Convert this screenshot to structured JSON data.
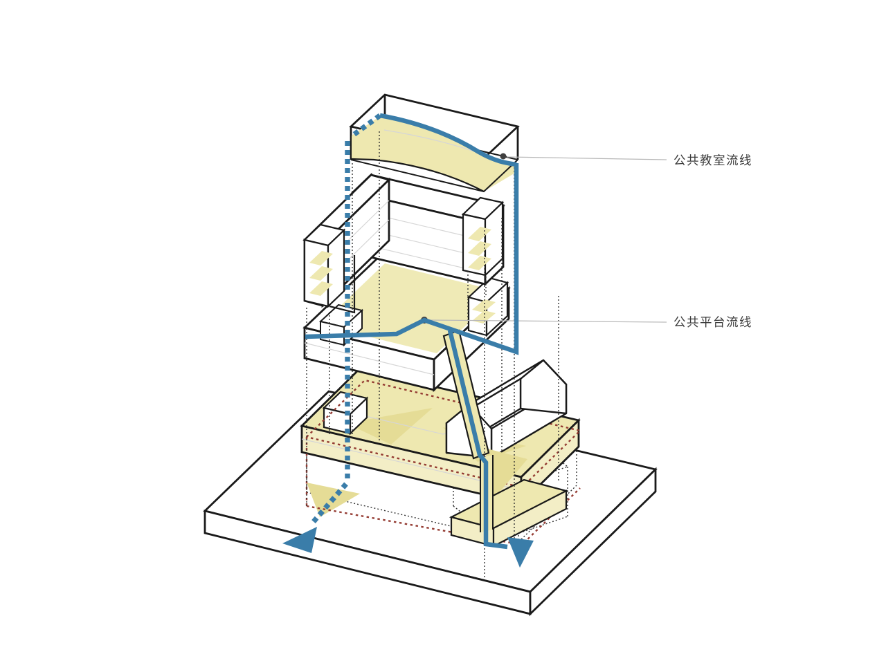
{
  "page": {
    "kind": "architectural axonometric exploded circulation diagram",
    "background": "#ffffff"
  },
  "annotations": {
    "classroom_route": {
      "label": "公共教室流线"
    },
    "platform_route": {
      "label": "公共平台流线"
    }
  },
  "routes": {
    "solid_route_arrows": "2",
    "dashed_route_arrows": "1"
  },
  "colors": {
    "route_blue": "#3a7da9",
    "floor_yellow": "#eee8b0",
    "floor_yellow_dark": "#e5dc96",
    "outline_black": "#1a1a1a",
    "basement_red": "#943b32",
    "leader_gray": "#b8b8b8",
    "label_text": "#3a3a3a",
    "dotted_black": "#333333",
    "floorline_gray": "#d6d6d6",
    "background": "#ffffff"
  }
}
